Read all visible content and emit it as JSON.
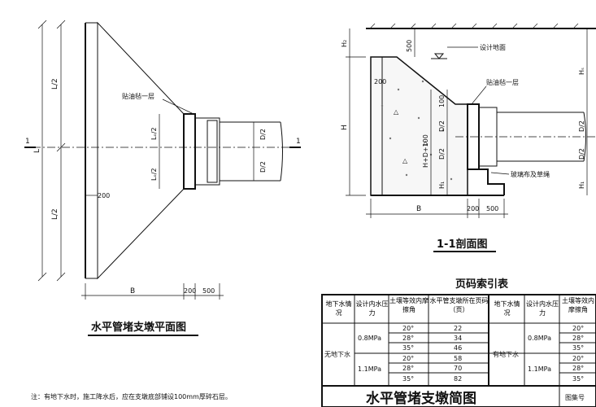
{
  "plan": {
    "section_mark": "1",
    "dim_L": "L",
    "dim_L_half": "L/2",
    "dim_Lw_half": "Lₒ/2",
    "dim_D_half": "D/2",
    "dim_200": "200",
    "dim_B": "B",
    "dim_500": "500",
    "note_felt": "贴油毡一层",
    "title": "水平管堵支墩平面图"
  },
  "section": {
    "dim_H": "H",
    "dim_H2": "H₂",
    "dim_H1": "H₁",
    "dim_Hs": "Hₛ",
    "dim_H_D_100": "H+D+100",
    "dim_100": "100",
    "dim_D_half": "D/2",
    "dim_200": "200",
    "dim_500": "500",
    "dim_B": "B",
    "note_ground": "设计地面",
    "note_felt": "贴油毡一层",
    "note_glass": "玻璃布及草绳",
    "title": "1-1剖面图"
  },
  "index_table": {
    "title": "页码索引表",
    "left": {
      "headers": [
        "地下水情　况",
        "设计内水压力",
        "土壤等效内摩擦角",
        "水平管支墩所在页码（页）"
      ],
      "water_case": "无地下水",
      "groups": [
        {
          "pressure": "0.8MPa",
          "rows": [
            [
              "20°",
              "22"
            ],
            [
              "28°",
              "34"
            ],
            [
              "35°",
              "46"
            ]
          ]
        },
        {
          "pressure": "1.1MPa",
          "rows": [
            [
              "20°",
              "58"
            ],
            [
              "28°",
              "70"
            ],
            [
              "35°",
              "82"
            ]
          ]
        }
      ]
    },
    "right": {
      "headers": [
        "地下水情　况",
        "设计内水压力",
        "土壤等效内摩擦角"
      ],
      "water_case": "有地下水",
      "groups": [
        {
          "pressure": "0.8MPa",
          "rows": [
            "20°",
            "28°",
            "35°"
          ]
        },
        {
          "pressure": "1.1MPa",
          "rows": [
            "20°",
            "28°",
            "35°"
          ]
        }
      ]
    }
  },
  "note": "注：有地下水时，施工降水后，应在支墩底部铺设100mm厚碎石层。",
  "drawing_title": "水平管堵支墩简图",
  "atlas_label": "图集号"
}
